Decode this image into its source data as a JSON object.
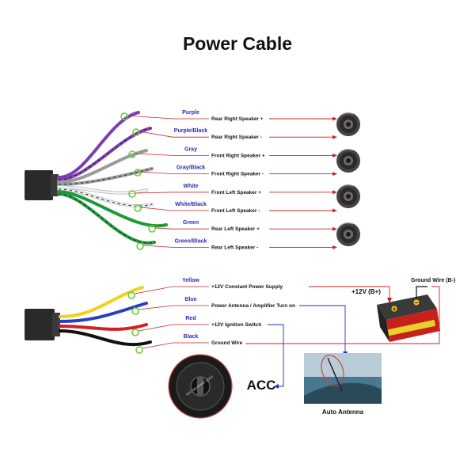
{
  "title": "Power Cable",
  "speaker_wires": [
    {
      "color_name": "Purple",
      "function": "Rear Right Speaker +",
      "color": "#7b3fb0",
      "stripe": null
    },
    {
      "color_name": "Purple/Black",
      "function": "Rear Right Speaker -",
      "color": "#7b3fb0",
      "stripe": "#222222"
    },
    {
      "color_name": "Gray",
      "function": "Front Right Speaker +",
      "color": "#9a9a9a",
      "stripe": null
    },
    {
      "color_name": "Gray/Black",
      "function": "Front Right Speaker -",
      "color": "#9a9a9a",
      "stripe": "#222222"
    },
    {
      "color_name": "White",
      "function": "Front Left Speaker +",
      "color": "#e8e8e8",
      "stripe": null
    },
    {
      "color_name": "White/Black",
      "function": "Front Left Speaker -",
      "color": "#e8e8e8",
      "stripe": "#222222"
    },
    {
      "color_name": "Green",
      "function": "Rear Left Speaker +",
      "color": "#1f9a3a",
      "stripe": null
    },
    {
      "color_name": "Green/Black",
      "function": "Rear Left Speaker -",
      "color": "#1f9a3a",
      "stripe": "#222222"
    }
  ],
  "power_wires": [
    {
      "color_name": "Yellow",
      "function": "+12V Constant Power Supply",
      "color": "#f0d21a"
    },
    {
      "color_name": "Blue",
      "function": "Power Antenna / Amplifier Turn on",
      "color": "#2a3fc0"
    },
    {
      "color_name": "Red",
      "function": "+12V Ignition Switch",
      "color": "#d42020"
    },
    {
      "color_name": "Black",
      "function": "Ground Wire",
      "color": "#111111"
    }
  ],
  "battery": {
    "positive_label": "+12V  (B+)",
    "ground_label": "Ground Wire (B-)"
  },
  "acc_label": "ACC",
  "antenna_label": "Auto Antenna",
  "key_text": "ACC ON START LOCK",
  "colors": {
    "line_red": "#cc2222",
    "line_blue": "#2233aa",
    "label_blue": "#2b2bb3",
    "highlight_green": "#66cc33"
  }
}
